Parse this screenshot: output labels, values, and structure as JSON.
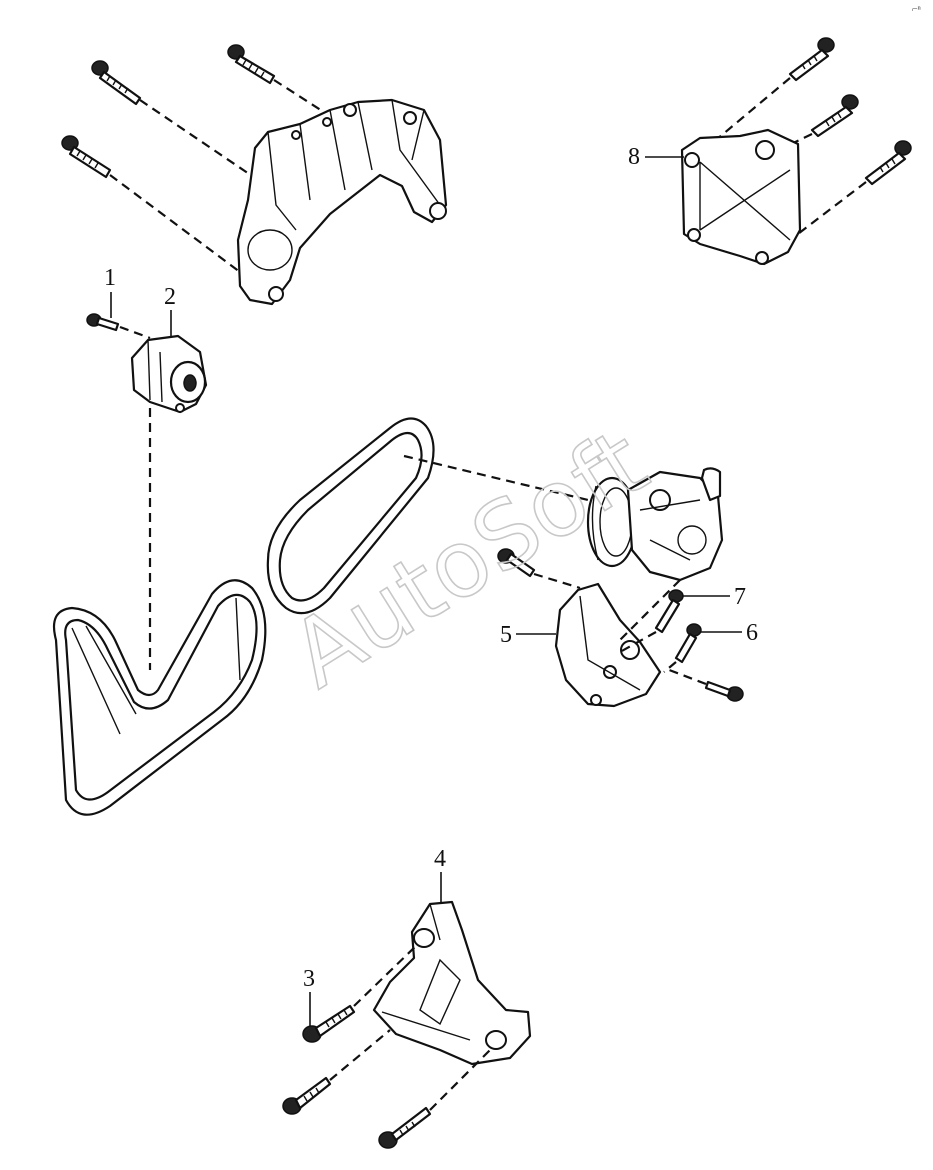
{
  "watermark": "AutoSoft",
  "callouts": [
    "1",
    "2",
    "3",
    "4",
    "5",
    "6",
    "7",
    "8"
  ],
  "corner_mark": "⌐ⁿ"
}
